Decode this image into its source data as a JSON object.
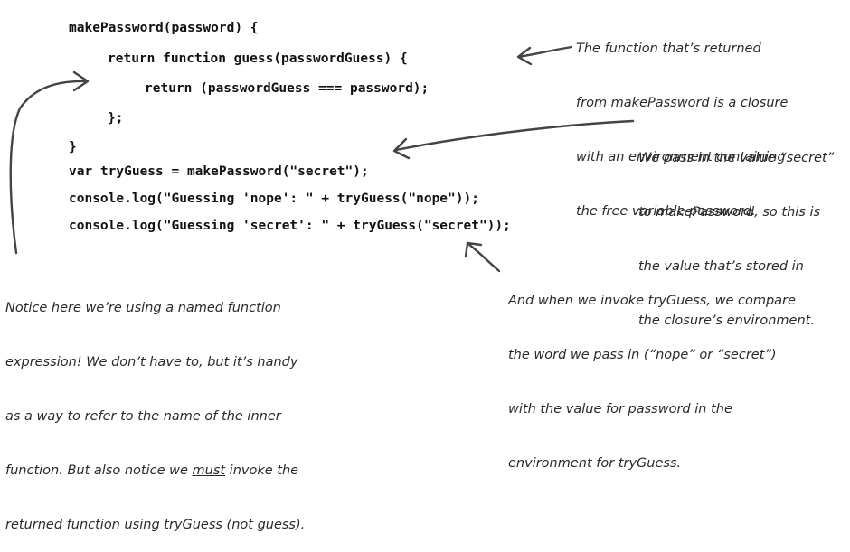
{
  "code": {
    "lines": [
      "makePassword(password) {",
      "return function guess(passwordGuess) {",
      "return (passwordGuess === password);",
      "};",
      "}",
      "var tryGuess = makePassword(\"secret\");",
      "console.log(\"Guessing 'nope': \" + tryGuess(\"nope\"));",
      "console.log(\"Guessing 'secret': \" + tryGuess(\"secret\"));"
    ]
  },
  "notes": {
    "closure": [
      "The function that’s returned",
      "from makePassword is a closure",
      "with an environment containing",
      "the free variable password."
    ],
    "secret": [
      "We pass in the value “secret”",
      "to makePassword, so this is",
      "the value that’s stored in",
      "the closure’s environment."
    ],
    "invoke": [
      "And when we invoke tryGuess, we compare",
      "the word we pass in (“nope” or “secret”)",
      "with the value for password in the",
      "environment for tryGuess."
    ],
    "named": {
      "line1": "Notice here we’re using a named function",
      "line2": "expression! We don’t have to, but it’s handy",
      "line3": "as a way to refer to the name of the inner",
      "line4_before": "function. But also notice we ",
      "line4_emphasis": "must",
      "line4_after": " invoke the",
      "line5": "returned function using tryGuess (not guess)."
    }
  }
}
